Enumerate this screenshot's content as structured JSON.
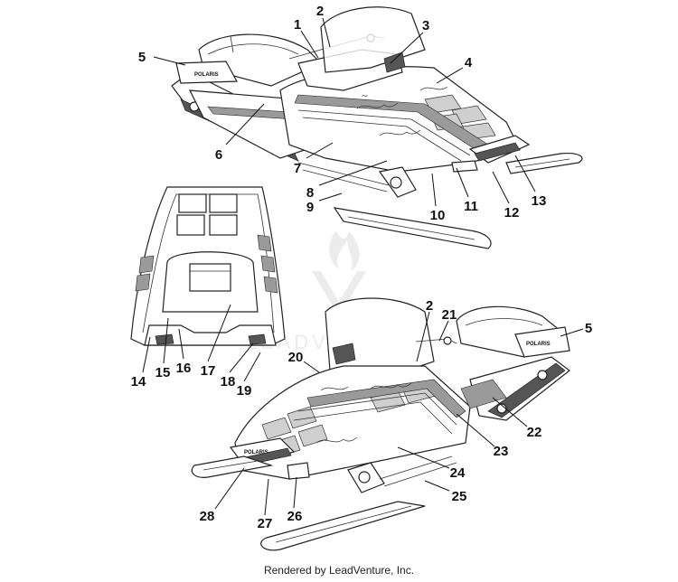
{
  "callouts": {
    "c1": "1",
    "c2": "2",
    "c3": "3",
    "c4": "4",
    "c5": "5",
    "c6": "6",
    "c7": "7",
    "c8": "8",
    "c9": "9",
    "c10": "10",
    "c11": "11",
    "c12": "12",
    "c13": "13",
    "c14": "14",
    "c15": "15",
    "c16": "16",
    "c17": "17",
    "c18": "18",
    "c19": "19",
    "c20": "20",
    "c2b": "2",
    "c21": "21",
    "c5b": "5",
    "c22": "22",
    "c23": "23",
    "c24": "24",
    "c25": "25",
    "c26": "26",
    "c27": "27",
    "c28": "28"
  },
  "brand": {
    "decal_text": "POLARIS",
    "watermark_text": "LEADVENTURE"
  },
  "footer": {
    "text": "Rendered by LeadVenture, Inc."
  }
}
